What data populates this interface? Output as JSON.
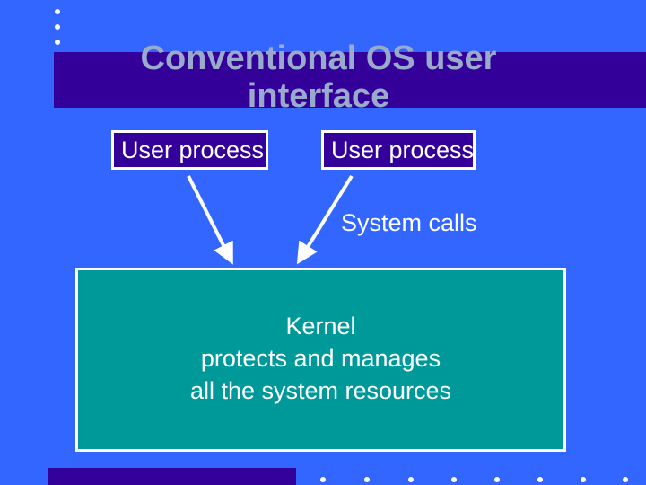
{
  "title": {
    "line1": "Conventional OS user",
    "line2": "interface"
  },
  "processes": [
    {
      "label": "User process"
    },
    {
      "label": "User process"
    }
  ],
  "system_calls_label": "System calls",
  "kernel": {
    "line1": "Kernel",
    "line2": "protects and manages",
    "line3": "all the system resources"
  },
  "colors": {
    "background": "#3366ff",
    "band": "#330099",
    "kernel_fill": "#009999",
    "title_text": "#99aacc",
    "text": "#ffffff"
  }
}
